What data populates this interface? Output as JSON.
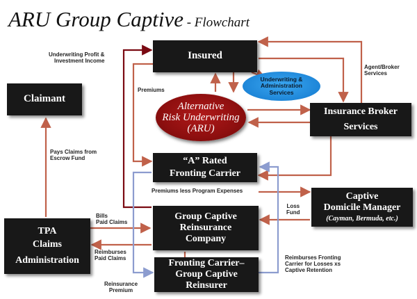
{
  "title": {
    "main": "ARU Group Captive",
    "sub": " - Flowchart"
  },
  "nodes": {
    "insured": "Insured",
    "claimant": "Claimant",
    "broker_line1": "Insurance Broker",
    "broker_line2": "Services",
    "fronting_line1": "“A” Rated",
    "fronting_line2": "Fronting Carrier",
    "captive_manager_line1": "Captive",
    "captive_manager_line2": "Domicile Manager",
    "captive_manager_sub": "(Cayman, Bermuda, etc.)",
    "tpa_line1": "TPA",
    "tpa_line2": "Claims",
    "tpa_line3": "Administration",
    "reinsurance_line1": "Group Captive",
    "reinsurance_line2": "Reinsurance",
    "reinsurance_line3": "Company",
    "reinsurer_line1": "Fronting Carrier–",
    "reinsurer_line2": "Group Captive",
    "reinsurer_line3": "Reinsurer",
    "aru_line1": "Alternative",
    "aru_line2": "Risk Underwriting",
    "aru_line3": "(ARU)",
    "uas_line1": "Underwriting &",
    "uas_line2": "Administration",
    "uas_line3": "Services"
  },
  "labels": {
    "uw_profit_1": "Underwriting Profit &",
    "uw_profit_2": "Investment Income",
    "agent_broker_1": "Agent/Broker",
    "agent_broker_2": "Services",
    "premiums": "Premiums",
    "pays_claims_1": "Pays Claims from",
    "pays_claims_2": "Escrow Fund",
    "premiums_less": "Premiums less Program Expenses",
    "loss_fund_1": "Loss",
    "loss_fund_2": "Fund",
    "bills_1": "Bills",
    "bills_2": "Paid Claims",
    "reimburses_1": "Reimburses",
    "reimburses_2": "Paid Claims",
    "reimburses_fronting_1": "Reimburses Fronting",
    "reimburses_fronting_2": "Carrier for Losses xs",
    "reimburses_fronting_3": "Captive Retention",
    "reins_premium_1": "Reinsurance",
    "reins_premium_2": "Premium"
  },
  "colors": {
    "arrow": "#c0614a",
    "dark_arrow": "#7a0a12",
    "blue_line": "#8c9ccf",
    "box": "#181818",
    "aru": "#9c1414",
    "uas": "#2a95e6"
  }
}
